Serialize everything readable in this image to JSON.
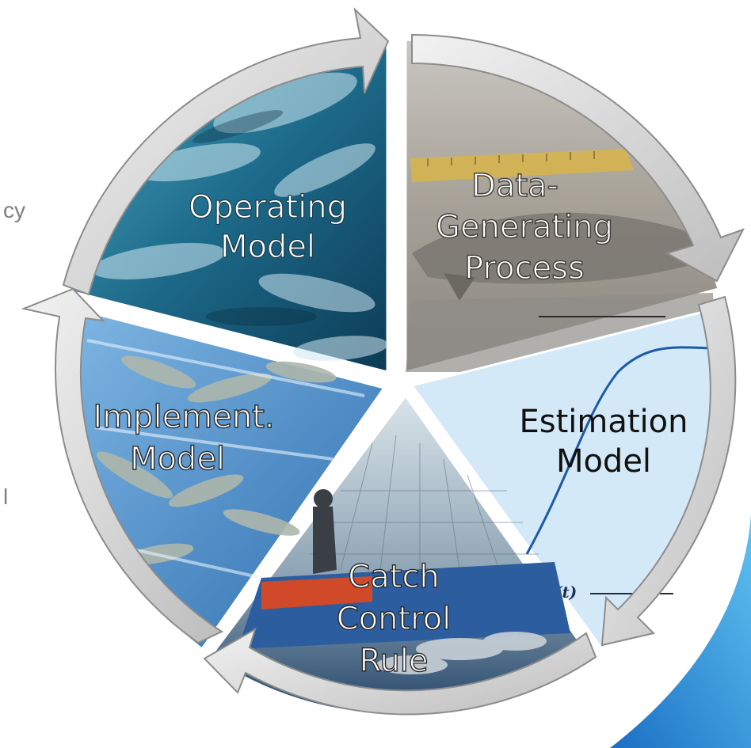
{
  "cycle": {
    "segments": [
      {
        "id": "operating",
        "lines": [
          "Operating",
          "Model"
        ]
      },
      {
        "id": "data",
        "lines": [
          "Data-",
          "Generating",
          "Process"
        ]
      },
      {
        "id": "estimation",
        "lines": [
          "Estimation",
          "Model"
        ]
      },
      {
        "id": "catch",
        "lines": [
          "Catch",
          "Control",
          "Rule"
        ]
      },
      {
        "id": "implement",
        "lines": [
          "Implement.",
          "Model"
        ]
      }
    ]
  },
  "background": {
    "edge_fragments": [
      "cy",
      "l"
    ],
    "formula_fragment": "(t)"
  },
  "colors": {
    "ocean": "#1d6a8a",
    "sand": "#b7b3a7",
    "chart_bg": "#cfe6f7",
    "curve": "#1c5aa8",
    "net_blue": "#2c5d9e",
    "crate_blue": "#4a8cc8",
    "arrow_fill": "#dcdcdc",
    "arrow_stroke": "#8c8c8c",
    "accent_swoosh": "#2f8fd6"
  }
}
